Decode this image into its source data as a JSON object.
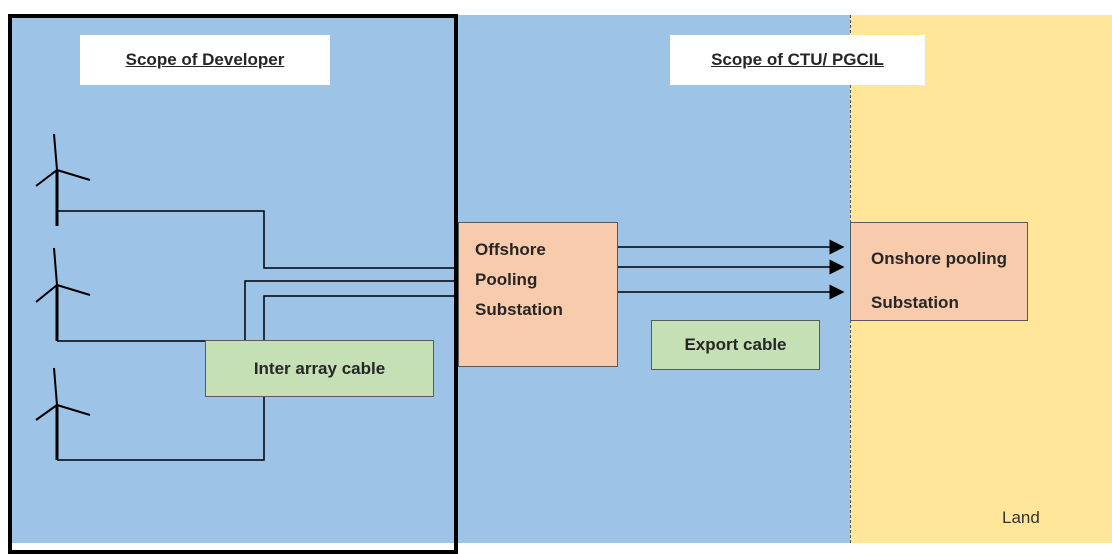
{
  "zones": {
    "developer_scope_label": "Scope of Developer",
    "ctu_scope_label": "Scope of CTU/ PGCIL",
    "land_label": "Land"
  },
  "cables": {
    "inter_array_label": "Inter array cable",
    "export_label": "Export cable"
  },
  "offshore_substation": {
    "line1": "Offshore",
    "line2": "Pooling",
    "line3": "Substation"
  },
  "onshore_substation": {
    "line1": "Onshore pooling",
    "line2": "Substation"
  },
  "colors": {
    "sea": "#9dc3e6",
    "land": "#ffe699",
    "substation": "#f8cbad",
    "cable_label": "#c5e0b4"
  },
  "icons": [
    "wind-turbine-icon",
    "wind-turbine-icon",
    "wind-turbine-icon"
  ]
}
